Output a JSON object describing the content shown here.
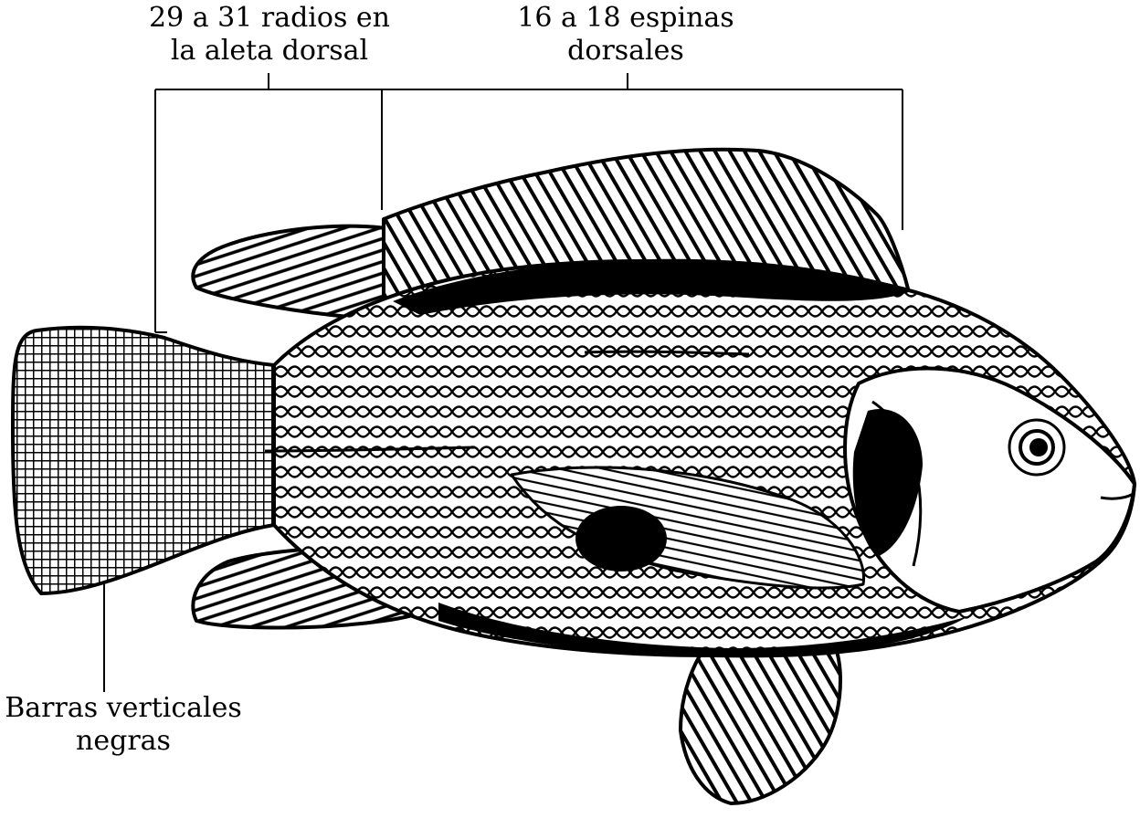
{
  "labels": {
    "dorsal_rays": [
      "29 a 31 radios en",
      "la aleta dorsal"
    ],
    "dorsal_spines": [
      "16 a 18 espinas",
      "dorsales"
    ],
    "vertical_bars": [
      "Barras verticales",
      "negras"
    ]
  },
  "colors": {
    "ink": "#000000",
    "paper": "#ffffff"
  }
}
